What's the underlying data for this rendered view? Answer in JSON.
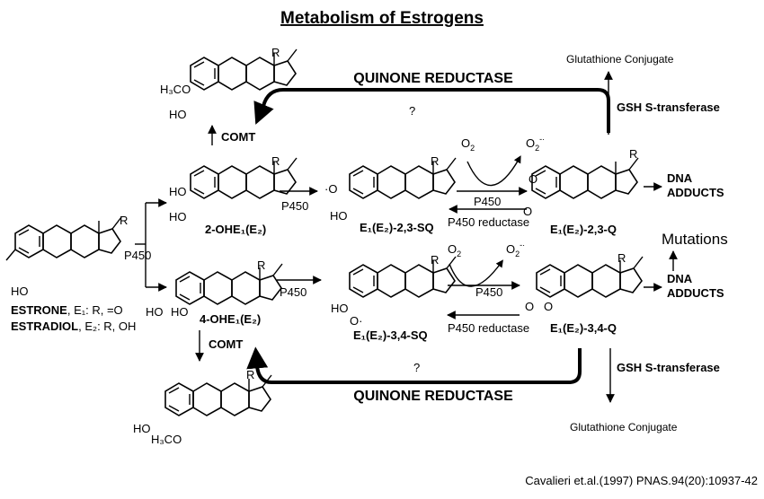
{
  "title": "Metabolism of Estrogens",
  "reactions": {
    "quinone_reductase_top": "QUINONE REDUCTASE",
    "quinone_reductase_bottom": "QUINONE REDUCTASE",
    "question_top": "?",
    "question_bottom": "?",
    "comt_top": "COMT",
    "comt_bottom": "COMT",
    "p450_branch": "P450",
    "p450_top": "P450",
    "p450_bottom": "P450",
    "p450_cycle_top": "P450",
    "p450_cycle_bottom": "P450",
    "p450_reductase_top": "P450 reductase",
    "p450_reductase_bottom": "P450 reductase",
    "gsh_top": "GSH S-transferase",
    "gsh_bottom": "GSH S-transferase",
    "o2_top": "O",
    "o2_top_sub": "2",
    "o2r_top": "O",
    "o2r_top_sub": "2",
    "o2r_top_sup": "-·",
    "o2_bottom": "O",
    "o2_bottom_sub": "2",
    "o2r_bottom": "O",
    "o2r_bottom_sub": "2",
    "o2r_bottom_sup": "-·"
  },
  "compounds": {
    "estrone_name": "ESTRONE",
    "estrone_detail": ", E₁: R, =O",
    "estradiol_name": "ESTRADIOL",
    "estradiol_detail": ", E₂: R, OH",
    "ho_parent": "HO",
    "methoxy_top": "H₃CO",
    "ho_methoxy_top": "HO",
    "oh2_a": "HO",
    "oh2_b": "HO",
    "label_2ohe": "2-OHE₁(E₂)",
    "label_4ohe": "4-OHE₁(E₂)",
    "oh4_a": "HO",
    "oh4_b": "HO",
    "sq23_label": "E₁(E₂)-2,3-SQ",
    "sq23_o": "·O",
    "sq23_ho": "HO",
    "sq34_label": "E₁(E₂)-3,4-SQ",
    "sq34_ho": "HO",
    "sq34_o": "O·",
    "q23_label": "E₁(E₂)-2,3-Q",
    "q23_o1": "O",
    "q23_o2": "O",
    "q34_label": "E₁(E₂)-3,4-Q",
    "q34_o1": "O",
    "q34_o2": "O",
    "ho_methoxy_bottom": "HO",
    "methoxy_bottom": "H₃CO",
    "r_label": "R"
  },
  "outcomes": {
    "glutathione_top": "Glutathione Conjugate",
    "glutathione_bottom": "Glutathione Conjugate",
    "dna_top_1": "DNA",
    "dna_top_2": "ADDUCTS",
    "dna_bottom_1": "DNA",
    "dna_bottom_2": "ADDUCTS",
    "mutations": "Mutations"
  },
  "citation": "Cavalieri et.al.(1997) PNAS.94(20):10937-42"
}
